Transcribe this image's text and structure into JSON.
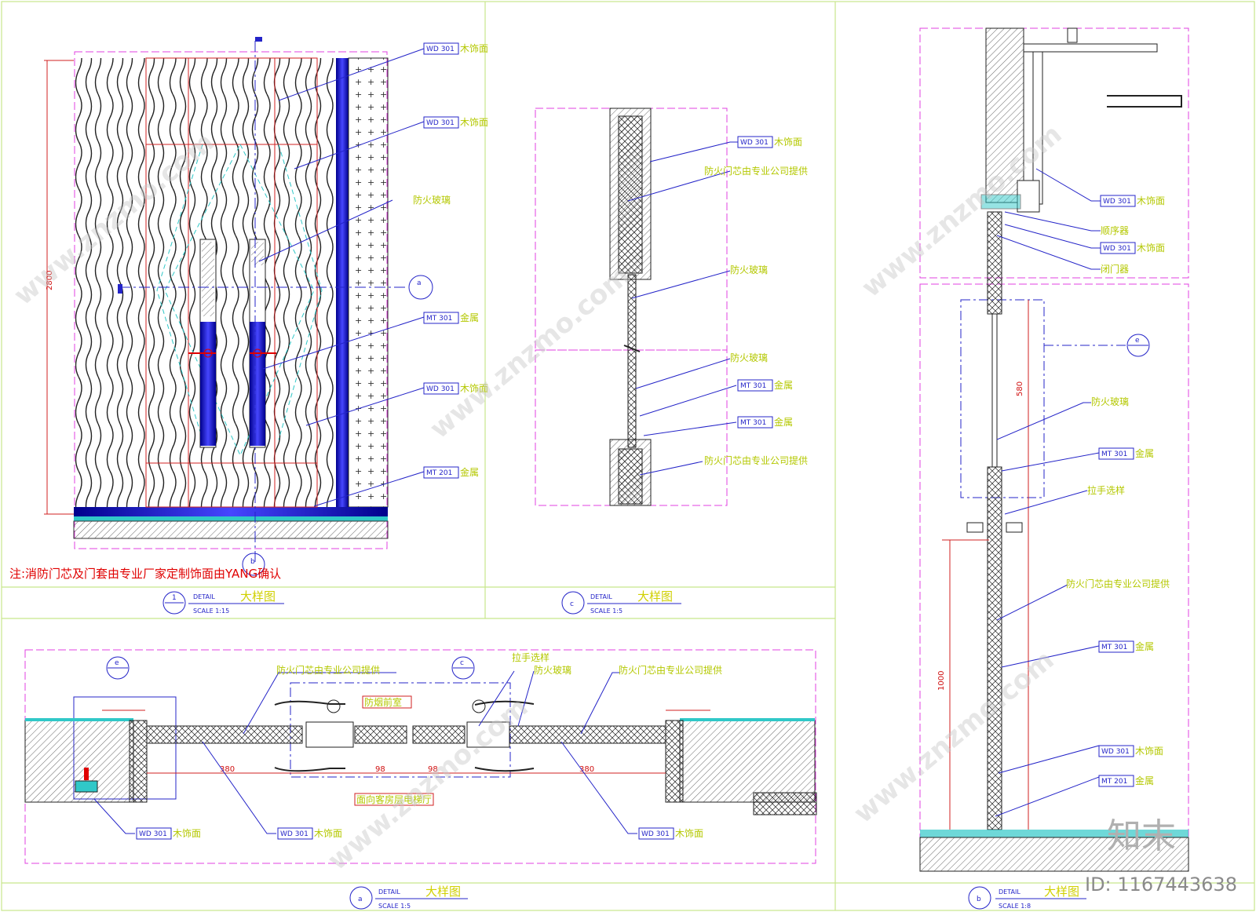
{
  "labels": {
    "wood_301": "木饰面",
    "metal_301": "金属",
    "metal_201": "金属",
    "fire_glass": "防火玻璃",
    "door_core": "防火门芯由专业公司提供",
    "handle": "拉手选样",
    "sequencer": "顺序器",
    "closer": "闭门器",
    "front_room": "防烟前室",
    "elevator_hall": "面向客房层电梯厅"
  },
  "codes": {
    "wd301": "WD 301",
    "mt301": "MT 301",
    "mt201": "MT 201"
  },
  "note": "注:消防门芯及门套由专业厂家定制饰面由YANG确认",
  "panels": {
    "p1": {
      "id": "1",
      "detail": "DETAIL",
      "title": "大样图",
      "scale": "SCALE  1:15"
    },
    "pc": {
      "id": "c",
      "detail": "DETAIL",
      "title": "大样图",
      "scale": "SCALE  1:5"
    },
    "pa": {
      "id": "a",
      "detail": "DETAIL",
      "title": "大样图",
      "scale": "SCALE  1:5"
    },
    "pb": {
      "id": "b",
      "detail": "DETAIL",
      "title": "大样图",
      "scale": "SCALE  1:8"
    }
  },
  "callouts": {
    "a": "a",
    "b": "b",
    "c": "c",
    "e": "e"
  },
  "dims": {
    "v580": "580",
    "v1000": "1000",
    "v2800": "2800",
    "v380": "380",
    "v98": "98"
  },
  "watermark": "www.znzmo.com",
  "brand": "知末",
  "id_text": "ID: 1167443638",
  "colors": {
    "frame_line": "#e040e0",
    "leader": "#2424c8",
    "label": "#b4c800",
    "red": "#e00000",
    "cyan": "#30c8c8",
    "blue_fill": "#0000e0",
    "grid": "#c8e68c"
  }
}
